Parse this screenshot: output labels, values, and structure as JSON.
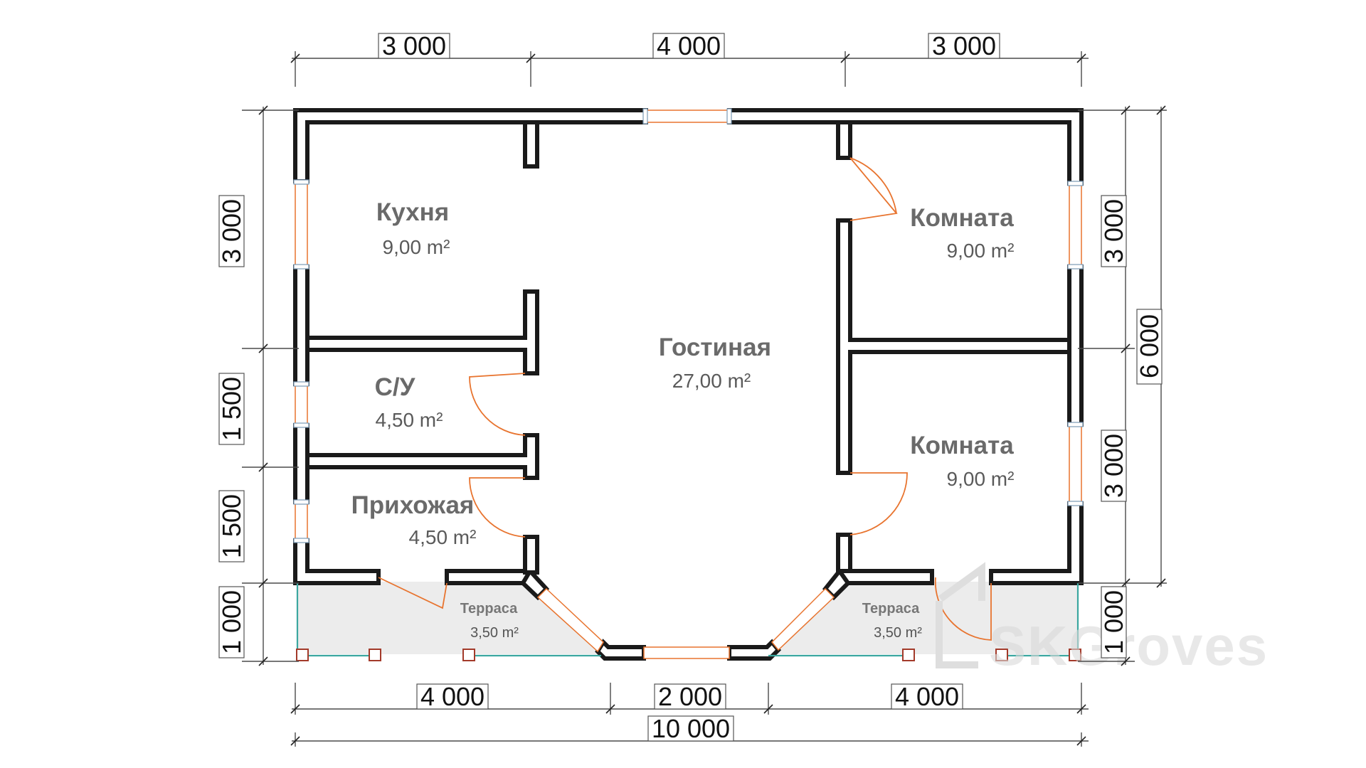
{
  "plan": {
    "dimensions": {
      "top": [
        "3 000",
        "4 000",
        "3 000"
      ],
      "bottom": [
        "4 000",
        "2 000",
        "4 000"
      ],
      "bottom_total": "10 000",
      "left": [
        "3 000",
        "1 500",
        "1 500",
        "1 000"
      ],
      "right": [
        "3 000",
        "3 000",
        "1 000"
      ],
      "right_total": "6 000"
    },
    "rooms": {
      "kitchen": {
        "name": "Кухня",
        "area": "9,00 m²"
      },
      "bathroom": {
        "name": "С/У",
        "area": "4,50 m²"
      },
      "hallway": {
        "name": "Прихожая",
        "area": "4,50 m²"
      },
      "living": {
        "name": "Гостиная",
        "area": "27,00 m²"
      },
      "room1": {
        "name": "Комната",
        "area": "9,00 m²"
      },
      "room2": {
        "name": "Комната",
        "area": "9,00 m²"
      },
      "terrace_left": {
        "name": "Терраса",
        "area": "3,50 m²"
      },
      "terrace_right": {
        "name": "Терраса",
        "area": "3,50 m²"
      }
    },
    "watermark": "SKGroves",
    "colors": {
      "wall": "#1a1a1a",
      "door": "#e8742f",
      "railing": "#3ba7a0",
      "post": "#a33a2a",
      "terrace": "#ececec"
    }
  }
}
